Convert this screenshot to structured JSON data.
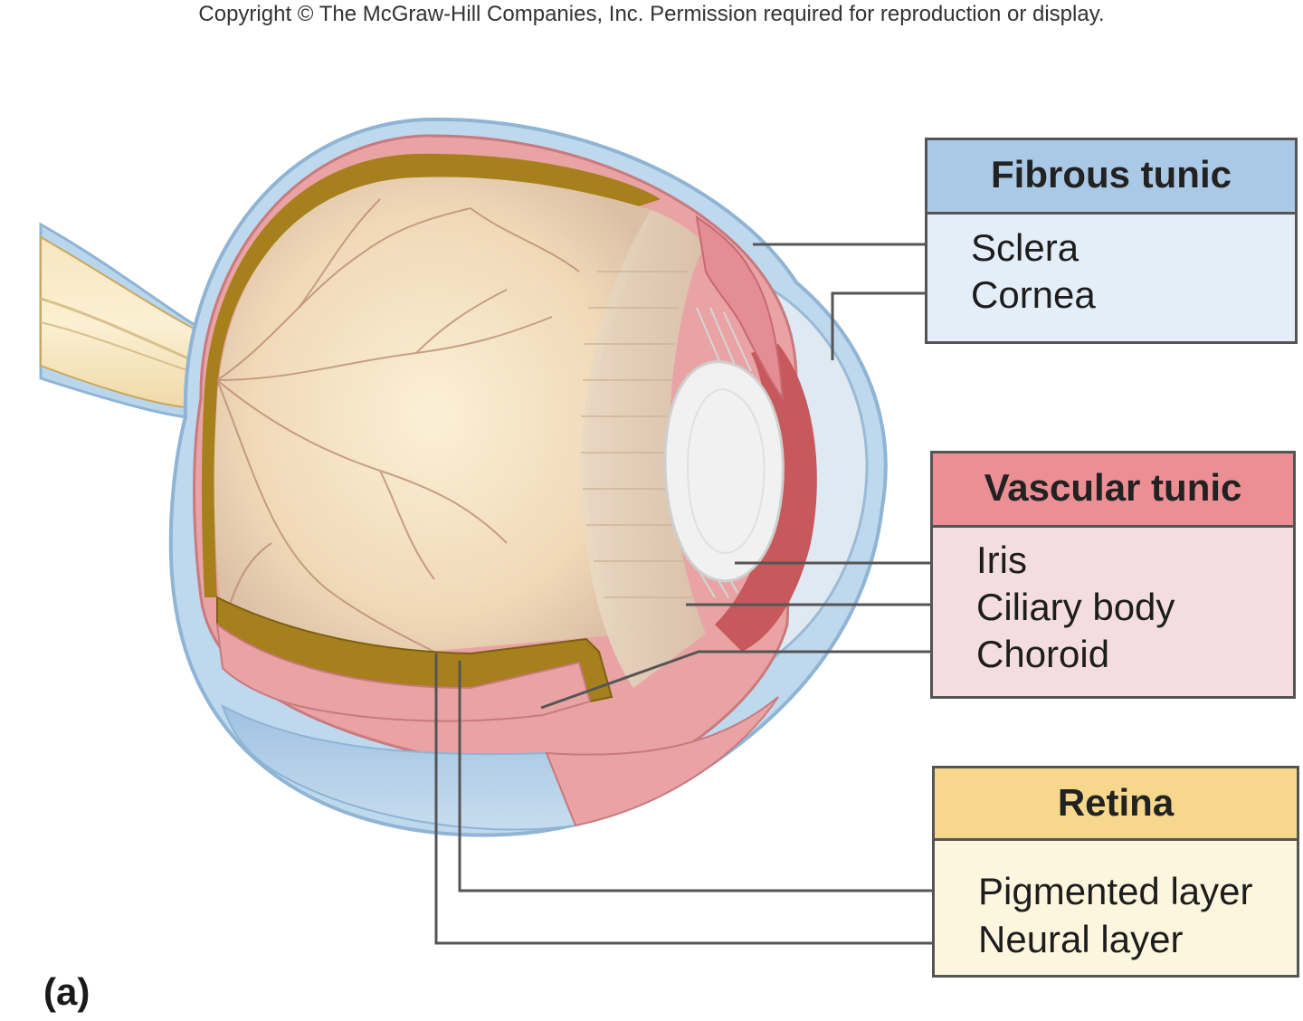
{
  "copyright": "Copyright © The McGraw-Hill Companies, Inc. Permission required for reproduction or display.",
  "figure_label": "(a)",
  "panels": {
    "fibrous": {
      "title": "Fibrous tunic",
      "items": [
        "Sclera",
        "Cornea"
      ],
      "header_color": "#a9c9e6",
      "body_color": "#e4eef8"
    },
    "vascular": {
      "title": "Vascular tunic",
      "items": [
        "Iris",
        "Ciliary body",
        "Choroid"
      ],
      "header_color": "#ec8f94",
      "body_color": "#f3dde0"
    },
    "retina": {
      "title": "Retina",
      "items": [
        "Pigmented layer",
        "Neural layer"
      ],
      "header_color": "#f6d78c",
      "body_color": "#fcf6df"
    }
  },
  "colors": {
    "sclera": "#b9d6ec",
    "choroid": "#e79a9c",
    "vitreous": "#efd8b3",
    "pigmented": "#a6801d",
    "leader_line": "#555555"
  }
}
